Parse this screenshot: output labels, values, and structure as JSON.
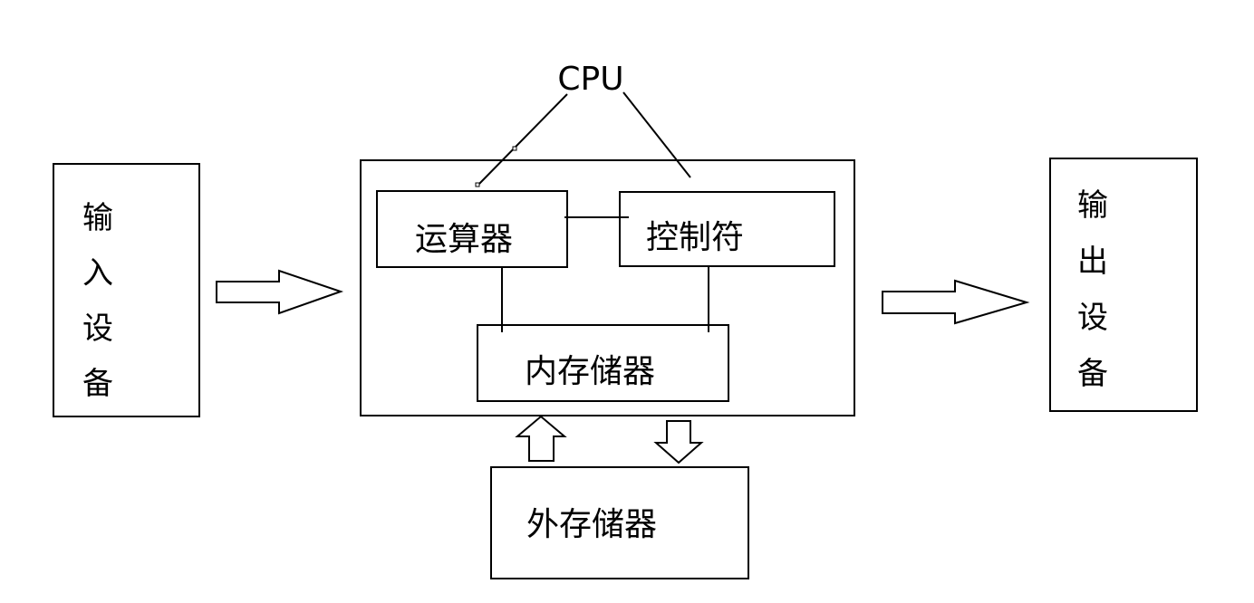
{
  "cpu": {
    "label": "CPU"
  },
  "input_device": {
    "label": [
      "输",
      "入",
      "设",
      "备"
    ]
  },
  "output_device": {
    "label": [
      "输",
      "出",
      "设",
      "备"
    ]
  },
  "alu": {
    "label": "运算器"
  },
  "controller": {
    "label": "控制符"
  },
  "internal_memory": {
    "label": "内存储器"
  },
  "external_memory": {
    "label": "外存储器"
  },
  "colors": {
    "stroke": "#000000",
    "background": "#ffffff"
  }
}
